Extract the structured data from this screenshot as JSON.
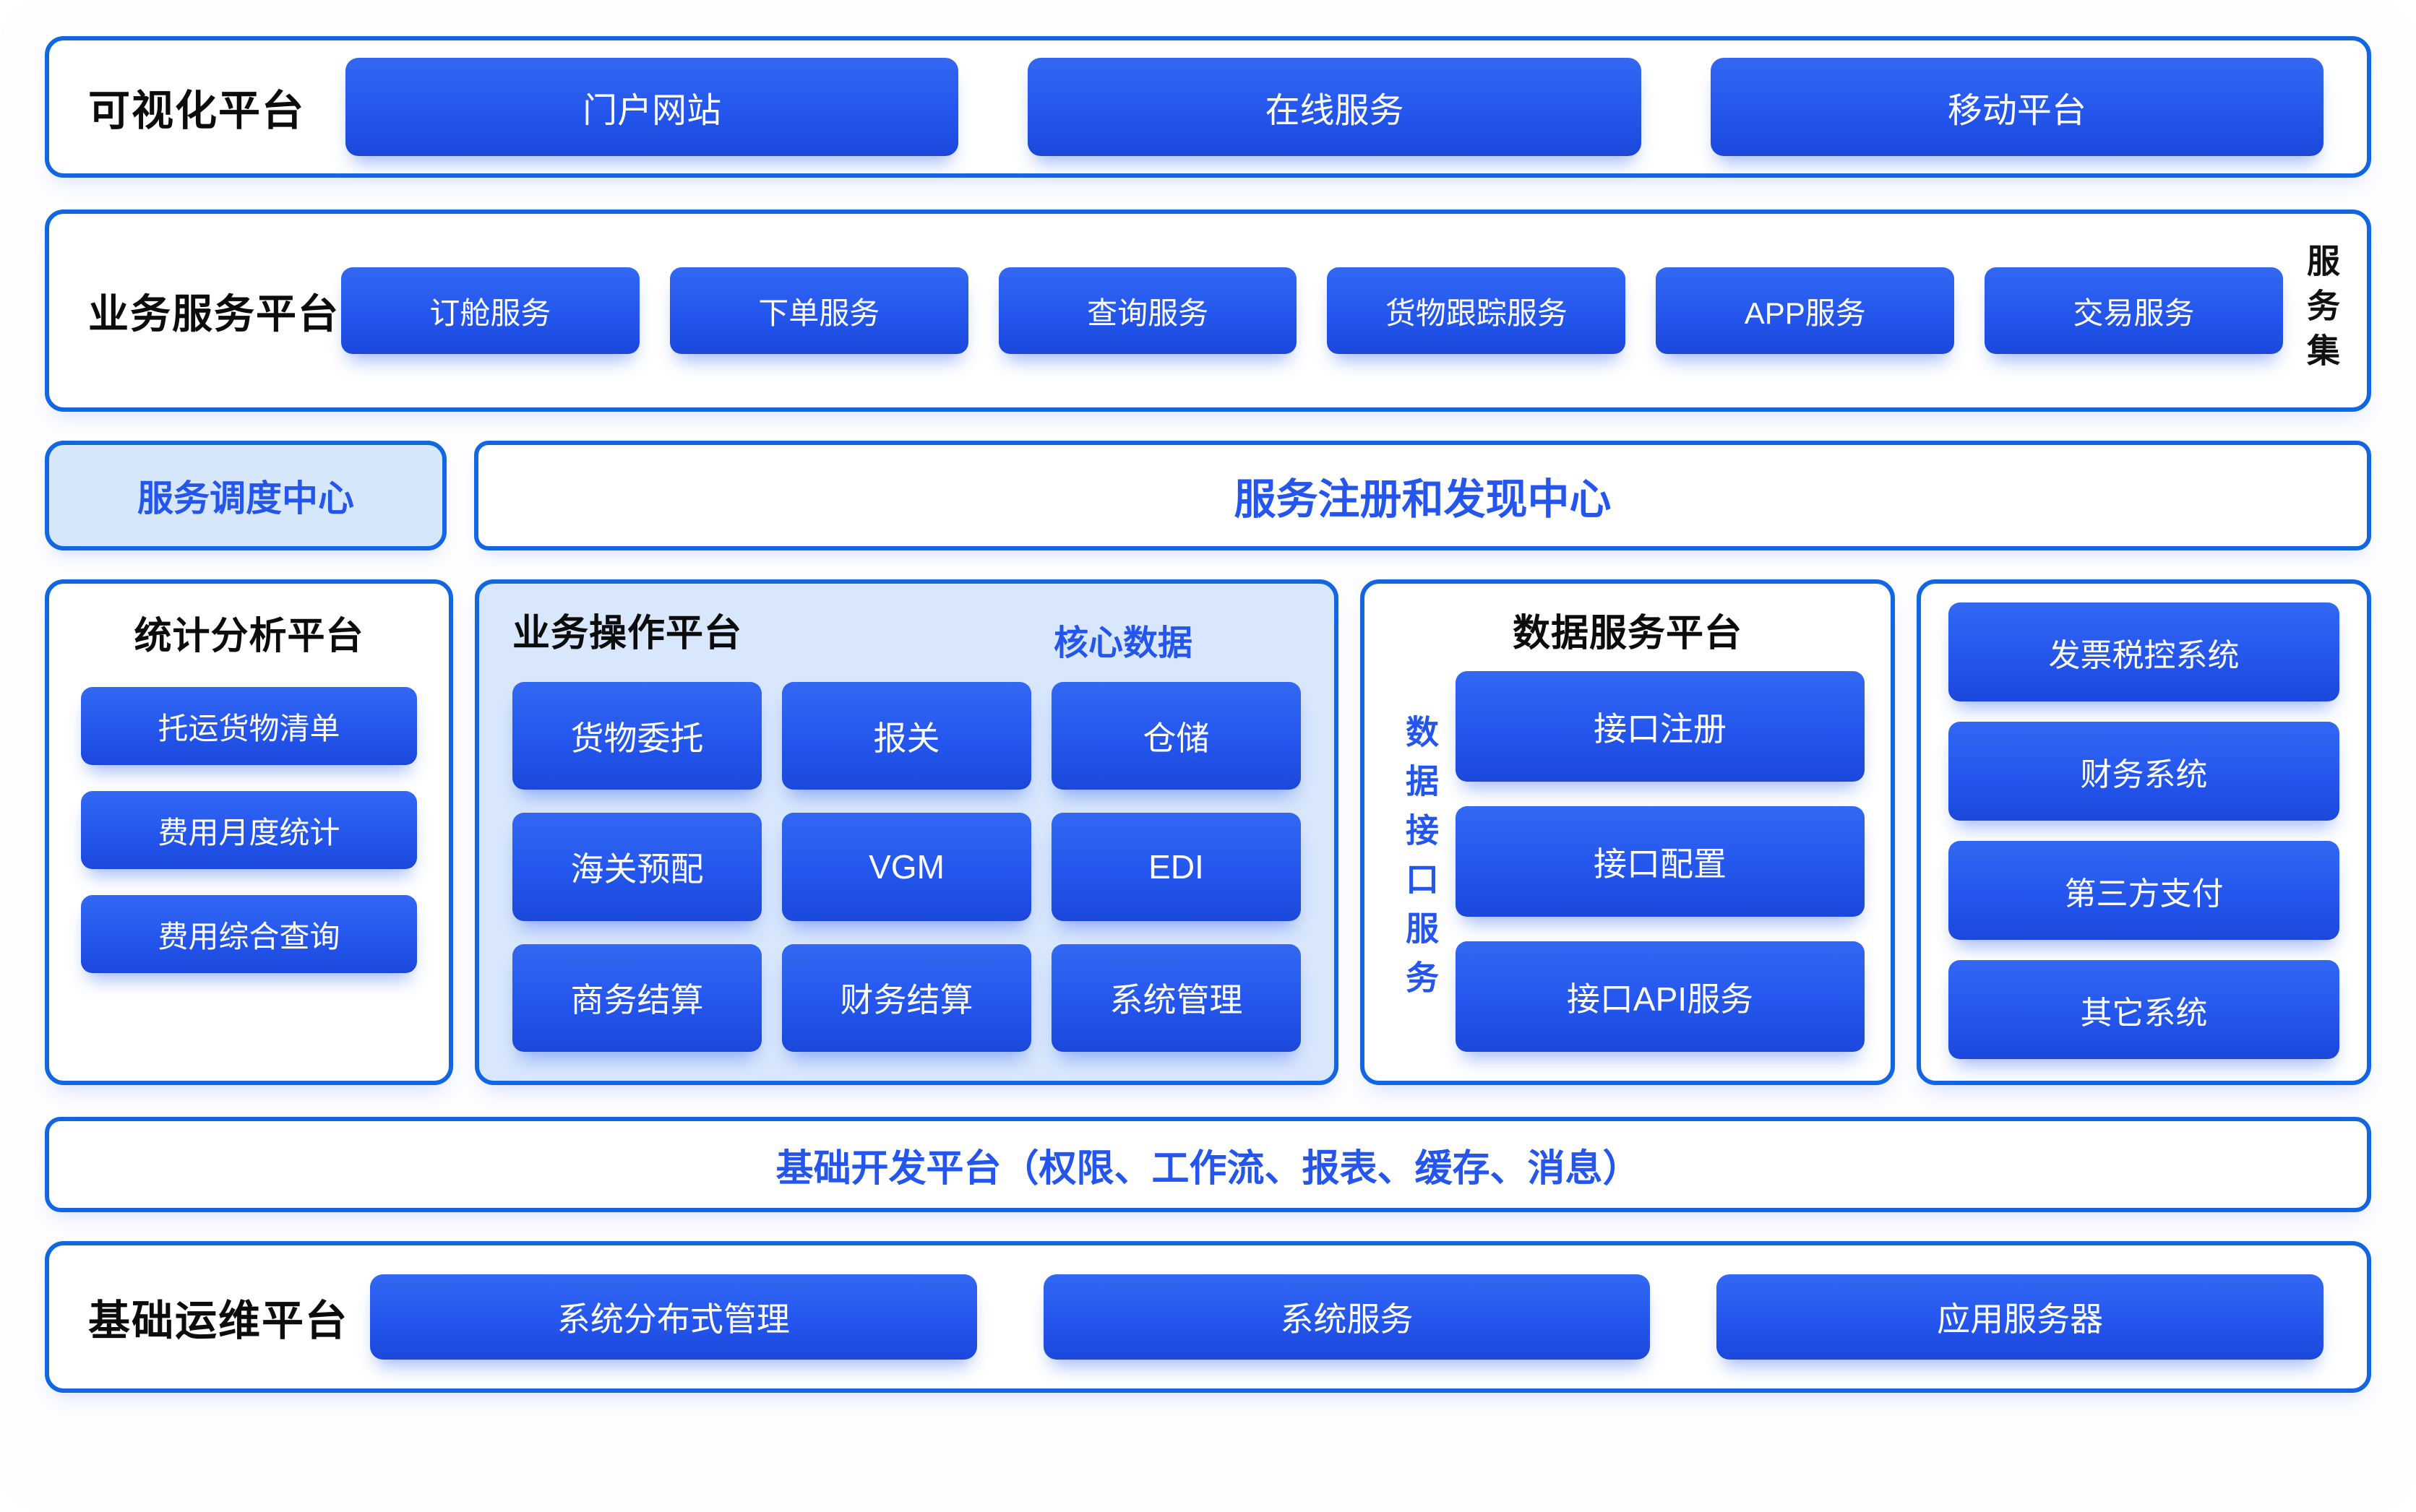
{
  "visualization": {
    "label": "可视化平台",
    "items": [
      "门户网站",
      "在线服务",
      "移动平台"
    ]
  },
  "business_service": {
    "label": "业务服务平台",
    "items": [
      "订舱服务",
      "下单服务",
      "查询服务",
      "货物跟踪服务",
      "APP服务",
      "交易服务"
    ],
    "side_label": "服务集"
  },
  "center_row": {
    "dispatch": "服务调度中心",
    "registry": "服务注册和发现中心"
  },
  "stats_platform": {
    "title": "统计分析平台",
    "items": [
      "托运货物清单",
      "费用月度统计",
      "费用综合查询"
    ]
  },
  "ops_platform": {
    "title": "业务操作平台",
    "core_label": "核心数据",
    "items": [
      "货物委托",
      "报关",
      "仓储",
      "海关预配",
      "VGM",
      "EDI",
      "商务结算",
      "财务结算",
      "系统管理"
    ]
  },
  "data_platform": {
    "title": "数据服务平台",
    "side_label": "数据接口服务",
    "items": [
      "接口注册",
      "接口配置",
      "接口API服务"
    ]
  },
  "external_systems": {
    "items": [
      "发票税控系统",
      "财务系统",
      "第三方支付",
      "其它系统"
    ]
  },
  "dev_base": {
    "text": "基础开发平台（权限、工作流、报表、缓存、消息）"
  },
  "ops_base": {
    "label": "基础运维平台",
    "items": [
      "系统分布式管理",
      "系统服务",
      "应用服务器"
    ]
  },
  "colors": {
    "border_blue": "#1266e2",
    "button_blue": "#2456ed",
    "light_blue_panel": "#d9e7fc",
    "dispatch_bg": "#d6e6fb",
    "text_dark": "#0c0c0c",
    "page_bg": "#fdfdff"
  }
}
